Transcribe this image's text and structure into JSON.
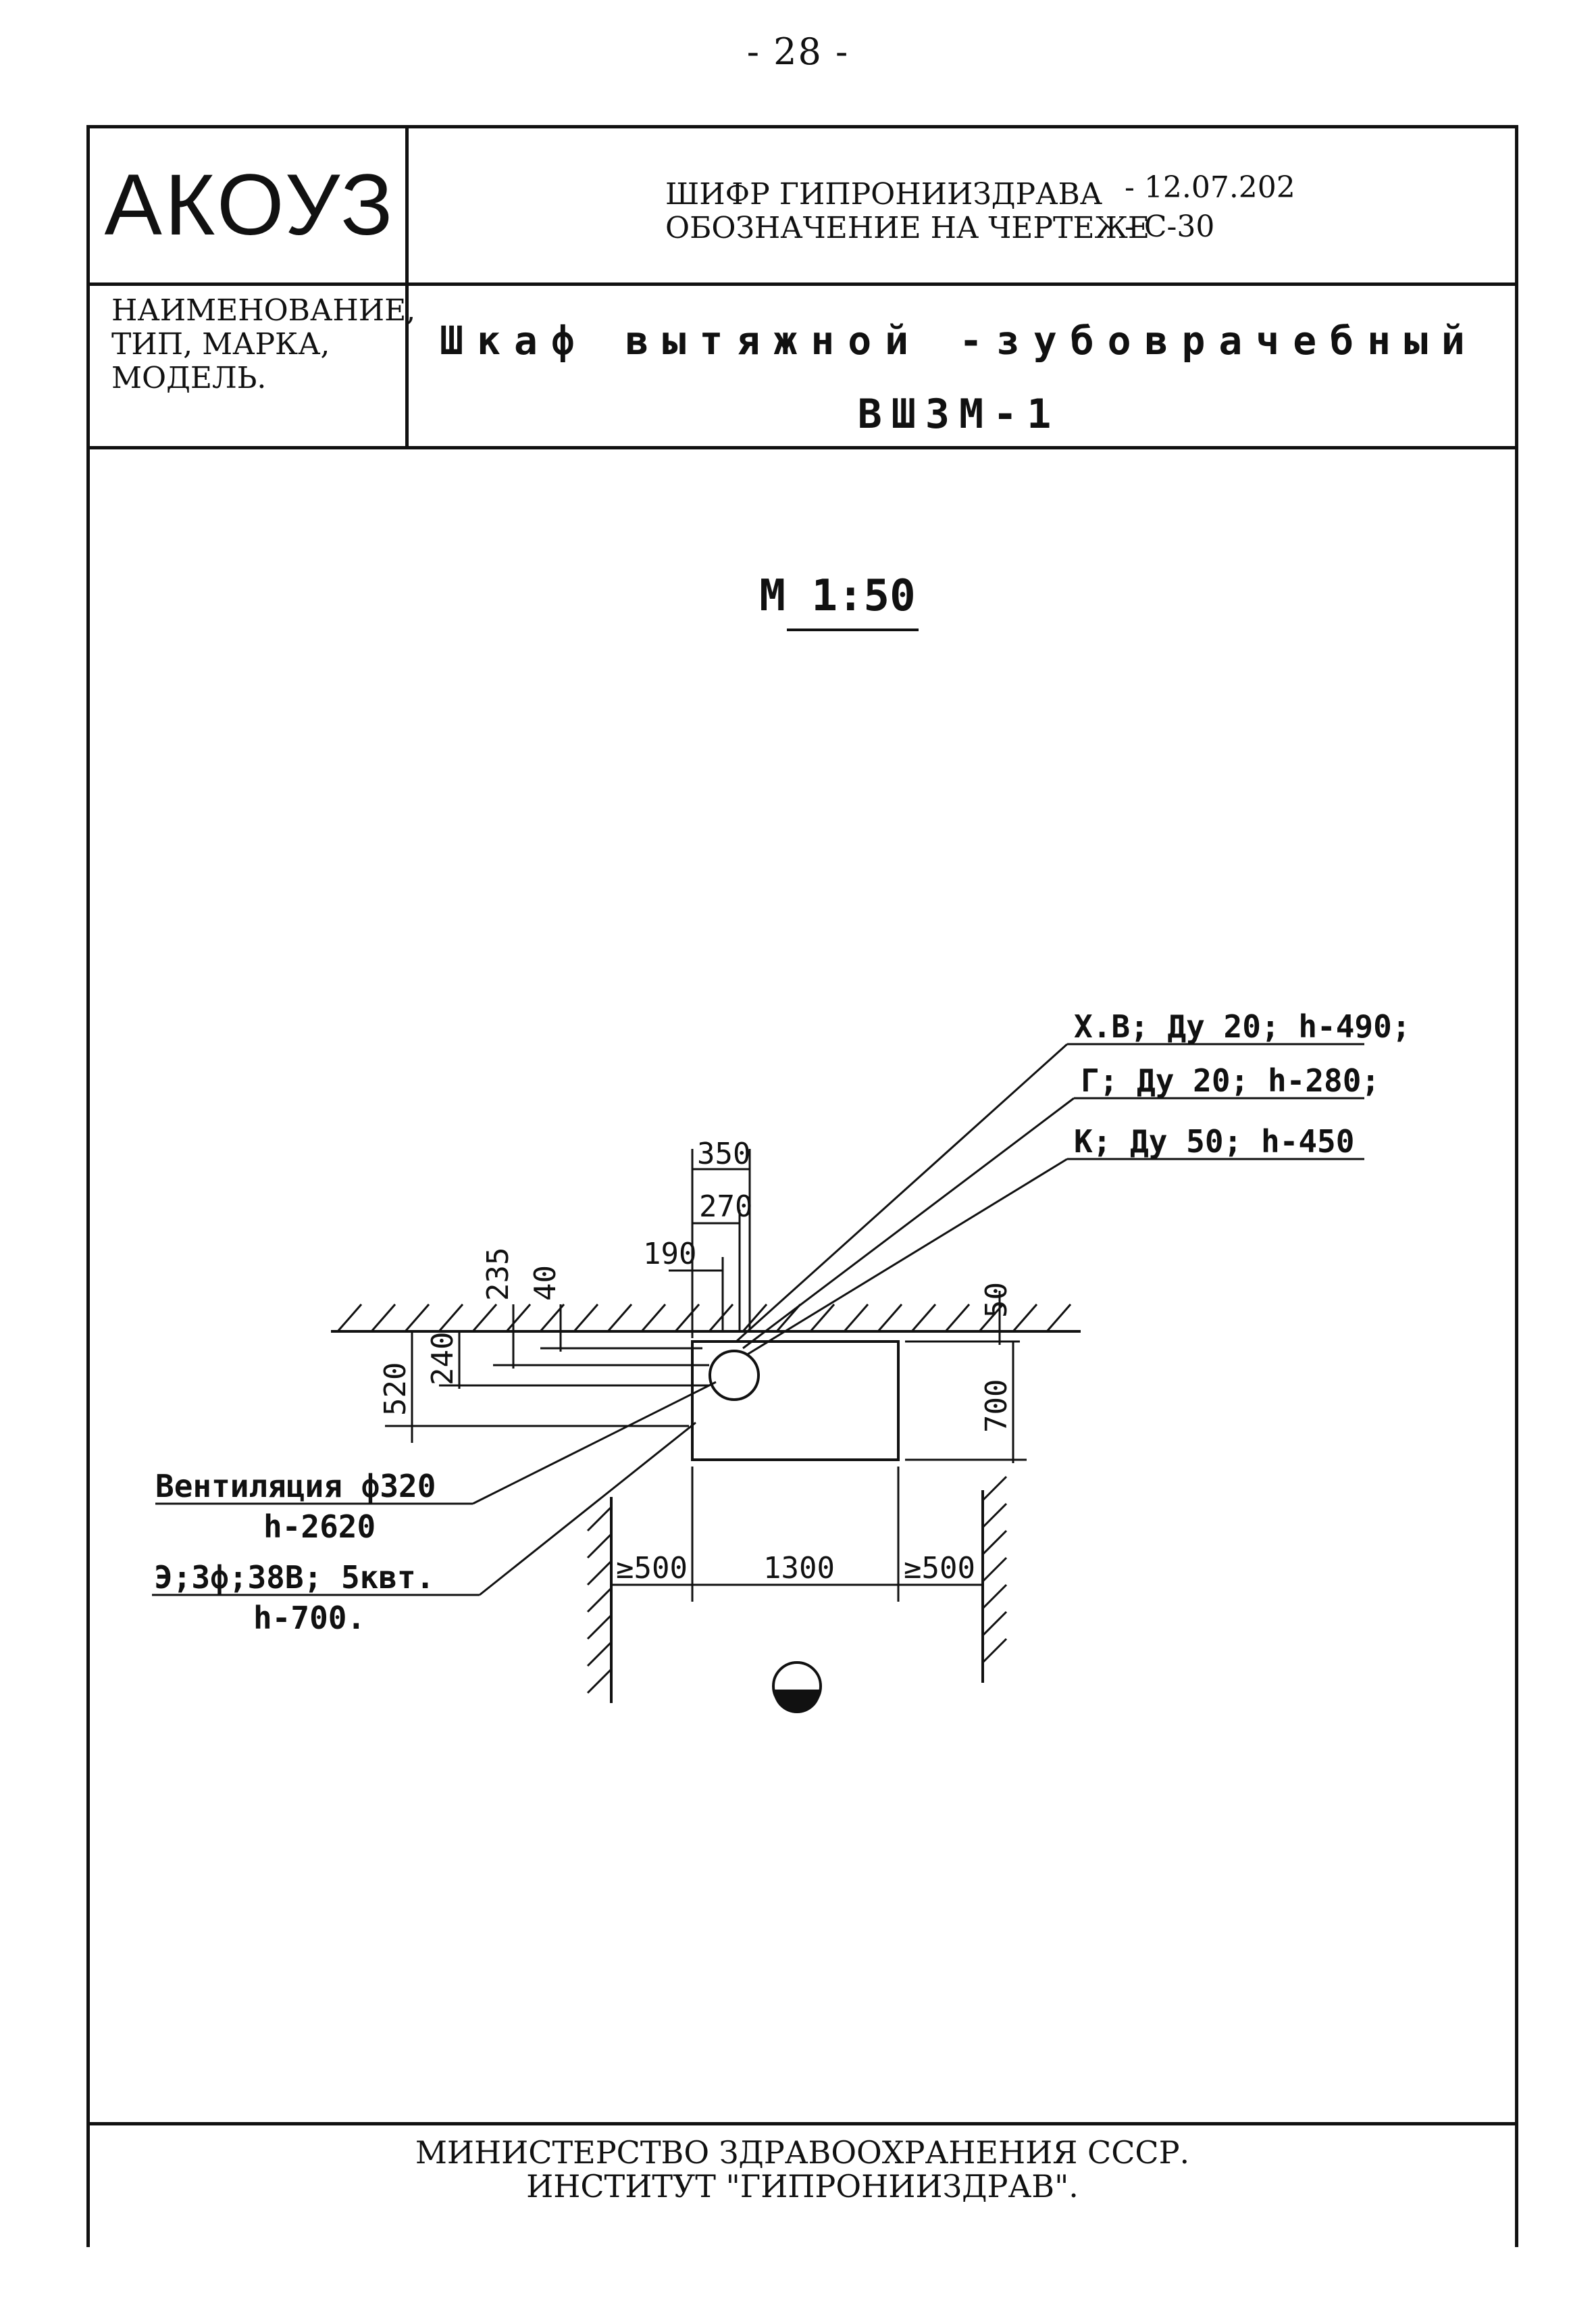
{
  "page_number": "- 28 -",
  "header": {
    "logo": "АКОУЗ",
    "cipher_label": "ШИФР ГИПРОНИИЗДРАВА",
    "cipher_value": "- 12.07.202",
    "designation_label": "ОБОЗНАЧЕНИЕ НА ЧЕРТЕЖЕ",
    "designation_value": "- С-30",
    "name_label_lines": [
      "НАИМЕНОВАНИЕ,",
      "ТИП, МАРКА,",
      "МОДЕЛЬ."
    ],
    "name_title": "Шкаф вытяжной -зубоврачебный",
    "name_model": "ВШЗМ-1"
  },
  "drawing": {
    "scale": "М 1:50",
    "callouts_right": [
      "Х.В; Ду 20; h-490;",
      "Г; Ду 20; h-280;",
      "К; Ду 50; h-450"
    ],
    "callouts_left": [
      "Вентиляция ф320",
      "h-2620",
      "Э;3ф;38В; 5квт.",
      "h-700."
    ],
    "dimensions": {
      "d350": "350",
      "d270": "270",
      "d190": "190",
      "d235": "235",
      "d40": "40",
      "d520": "520",
      "d240": "240",
      "d50": "50",
      "d700": "700",
      "min_left": "≥500",
      "width": "1300",
      "min_right": "≥500"
    }
  },
  "footer": {
    "line1": "МИНИСТЕРСТВО ЗДРАВООХРАНЕНИЯ СССР.",
    "line2": "ИНСТИТУТ \"ГИПРОНИИЗДРАВ\"."
  }
}
